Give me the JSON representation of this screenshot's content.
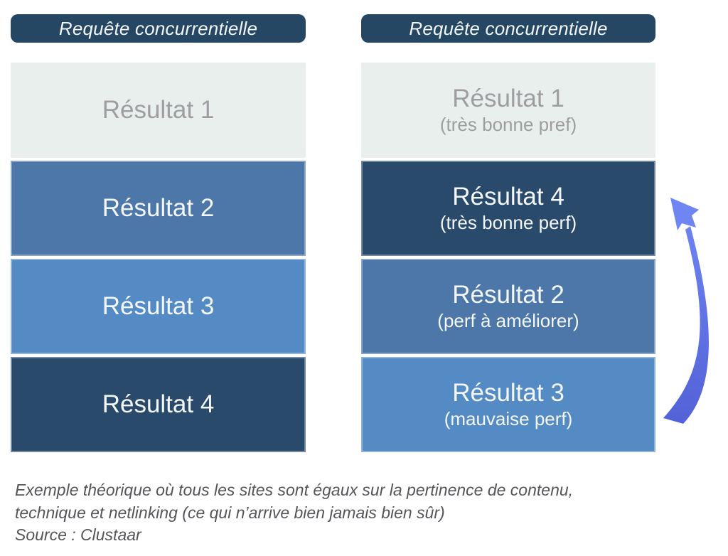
{
  "columns": [
    {
      "header": "Requête concurrentielle",
      "results": [
        {
          "title": "Résultat 1",
          "subtitle": "",
          "color": "light"
        },
        {
          "title": "Résultat 2",
          "subtitle": "",
          "color": "steel"
        },
        {
          "title": "Résultat 3",
          "subtitle": "",
          "color": "medium"
        },
        {
          "title": "Résultat 4",
          "subtitle": "",
          "color": "navy"
        }
      ]
    },
    {
      "header": "Requête concurrentielle",
      "results": [
        {
          "title": "Résultat 1",
          "subtitle": "(très bonne pref)",
          "color": "light"
        },
        {
          "title": "Résultat 4",
          "subtitle": "(très bonne perf)",
          "color": "navy"
        },
        {
          "title": "Résultat 2",
          "subtitle": "(perf à améliorer)",
          "color": "steel"
        },
        {
          "title": "Résultat 3",
          "subtitle": "(mauvaise perf)",
          "color": "medium"
        }
      ]
    }
  ],
  "caption": {
    "line1": "Exemple théorique où tous les sites sont égaux sur la pertinence de contenu,",
    "line2": "technique et netlinking (ce qui n’arrive bien jamais bien sûr)",
    "line3": "Source : Clustaar"
  },
  "arrow": {
    "meaning": "reordering-upward",
    "direction": "up"
  },
  "colors": {
    "header_bg": "#254763",
    "box_light": "#e8efec",
    "box_light_text": "#9e9da2",
    "box_steel": "#4d77a8",
    "box_medium": "#548bc5",
    "box_navy": "#2a4a6c",
    "box_text": "#f4f7fa",
    "arrow_top": "#7288f4",
    "arrow_bottom": "#5160d6",
    "caption_text": "#55565a"
  }
}
